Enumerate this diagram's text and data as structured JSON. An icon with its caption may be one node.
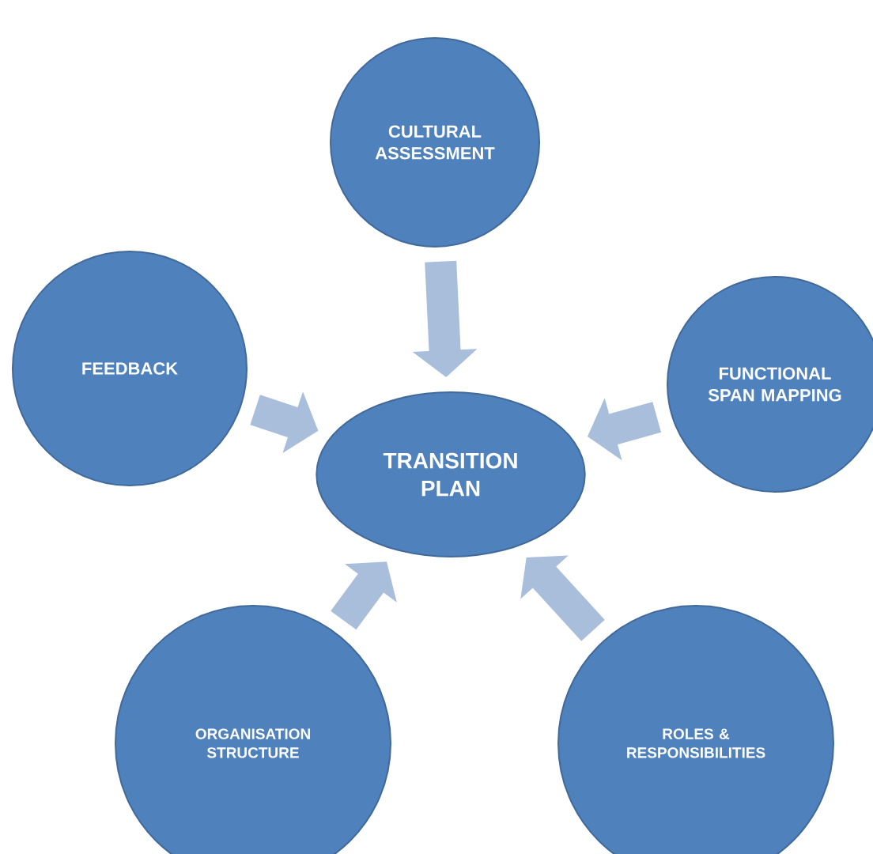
{
  "diagram": {
    "nodes": [
      {
        "text": [
          "TRANSITION PLAN"
        ]
      },
      {
        "text": [
          "CULTURAL ASSESSMENT"
        ]
      },
      {
        "text": [
          "FEEDBACK"
        ]
      },
      {
        "text": [
          "FUNCTIONAL SPAN MAPPING"
        ]
      },
      {
        "text": [
          "ORGANISATION STRUCTURE"
        ]
      },
      {
        "text": [
          "ROLES & RESPONSIBILITIES"
        ]
      }
    ],
    "edges": [
      {
        "from": 1,
        "to": 0,
        "arrow": "to"
      },
      {
        "from": 2,
        "to": 0,
        "arrow": "to"
      },
      {
        "from": 3,
        "to": 0,
        "arrow": "to"
      },
      {
        "from": 4,
        "to": 0,
        "arrow": "to"
      },
      {
        "from": 5,
        "to": 0,
        "arrow": "to"
      }
    ]
  }
}
